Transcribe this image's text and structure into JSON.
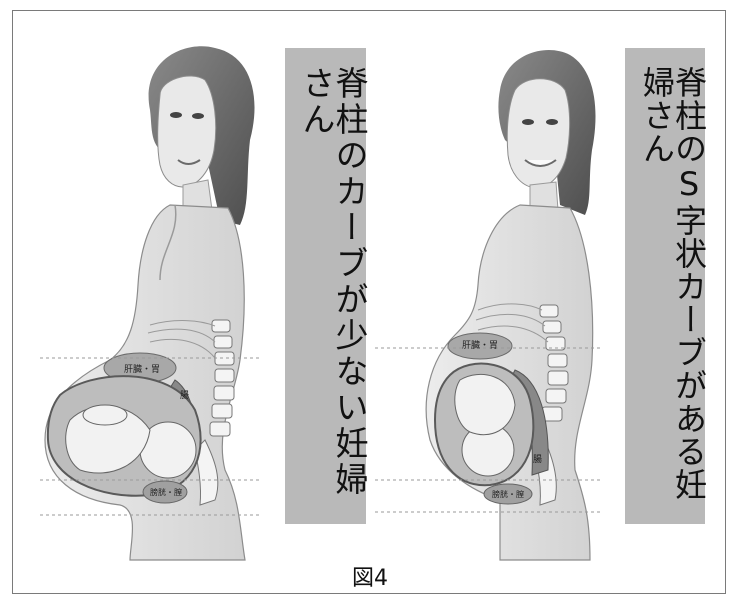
{
  "figure": {
    "left_label": "脊柱のカーブが少ない妊婦さん",
    "right_label": "脊柱のS字状カーブがある妊婦さん",
    "caption": "図4"
  },
  "left_woman": {
    "labels": {
      "liver_stomach": "肝臓・胃",
      "intestine": "腸",
      "bladder": "膀胱・膣"
    }
  },
  "right_woman": {
    "labels": {
      "liver_stomach": "肝臓・胃",
      "intestine": "腸",
      "bladder": "膀胱・膣"
    }
  },
  "colors": {
    "panel_bg": "#b9b9b9",
    "figure_border": "#7a7a7a"
  }
}
